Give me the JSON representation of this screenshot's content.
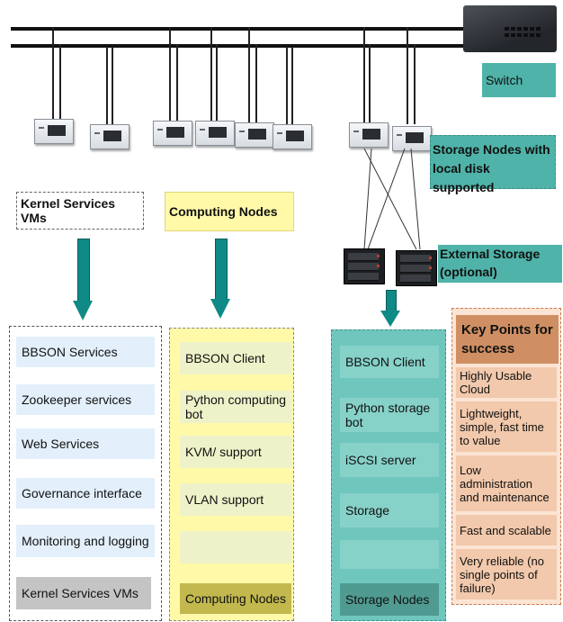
{
  "switch": {
    "label": "Switch"
  },
  "storage_nodes_local": {
    "label": "Storage Nodes with local disk supported"
  },
  "external_storage": {
    "label": "External Storage (optional)"
  },
  "kernel": {
    "title": "Kernel Services VMs",
    "items": [
      "BBSON Services",
      "Zookeeper services",
      "Web Services",
      "Governance interface",
      "Monitoring and logging"
    ],
    "footer": "Kernel Services VMs"
  },
  "computing": {
    "title": "Computing Nodes",
    "items": [
      "BBSON Client",
      "Python computing bot",
      "KVM/  support",
      "VLAN support",
      ""
    ],
    "footer": "Computing Nodes"
  },
  "storage": {
    "items": [
      "BBSON Client",
      "Python storage bot",
      "iSCSI server",
      "Storage",
      ""
    ],
    "footer": "Storage Nodes"
  },
  "key_points": {
    "title": "Key Points for success",
    "items": [
      "Highly Usable Cloud",
      "Lightweight, simple, fast time to value",
      "Low administration and maintenance",
      "Fast and scalable",
      "Very reliable (no single points of failure)"
    ]
  },
  "colors": {
    "teal": "#4fb3a9",
    "teal_dark": "#0f8a86",
    "yellow": "#fff9a8",
    "light_blue": "#e3f0fb",
    "peach": "#f7c9a9",
    "key_header": "#cf8f63",
    "storage_panel": "#6fc6bd"
  }
}
